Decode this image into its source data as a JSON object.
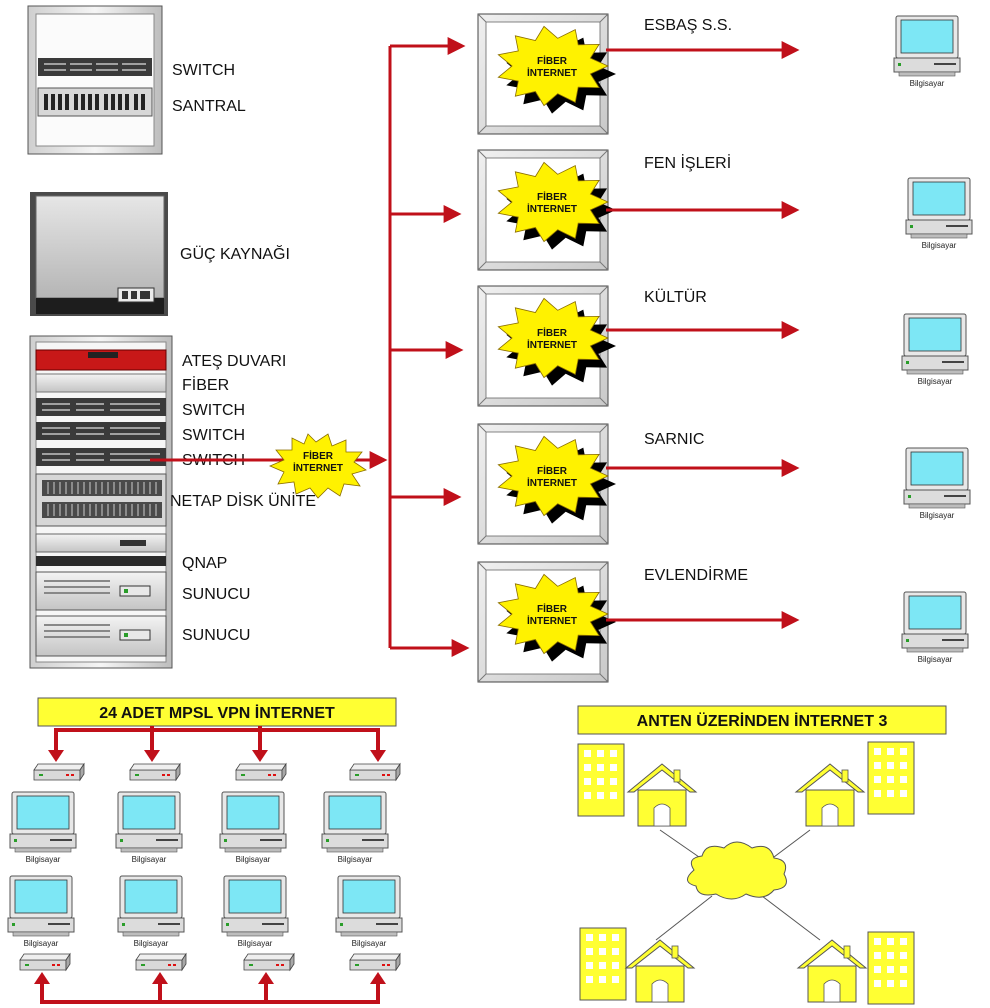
{
  "rack_labels": {
    "switch_top": "SWITCH",
    "santral": "SANTRAL",
    "guc_kaynagi": "GÜÇ KAYNAĞI",
    "ates_duvari": "ATEŞ DUVARI",
    "fiber": "FİBER",
    "switch1": "SWITCH",
    "switch2": "SWITCH",
    "switch3": "SWITCH",
    "netap": "NETAP DİSK ÜNİTE",
    "qnap": "QNAP",
    "sunucu1": "SUNUCU",
    "sunucu2": "SUNUCU"
  },
  "center_burst": [
    "FİBER",
    "İNTERNET"
  ],
  "branch_burst": [
    "FİBER",
    "İNTERNET"
  ],
  "branches": [
    {
      "name": "ESBAŞ S.S."
    },
    {
      "name": "FEN İŞLERİ"
    },
    {
      "name": "KÜLTÜR"
    },
    {
      "name": "SARNIC"
    },
    {
      "name": "EVLENDİRME"
    }
  ],
  "pc_label": "Bilgisayar",
  "vpn_banner": "24  ADET MPSL VPN İNTERNET",
  "antenna_banner": "ANTEN ÜZERİNDEN İNTERNET 3",
  "colors": {
    "arrow": "#c0101a",
    "burst": "#fff200",
    "banner": "#ffff33",
    "screen": "#7de7f5",
    "building": "#ffff33"
  }
}
